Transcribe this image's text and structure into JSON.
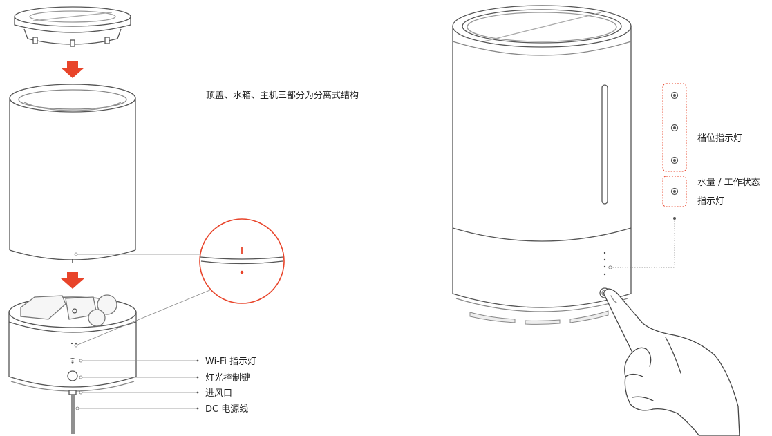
{
  "left_panel": {
    "structure_note": "顶盖、水箱、主机三部分为分离式结构",
    "callouts": {
      "wifi": "Wi-Fi 指示灯",
      "light_key": "灯光控制键",
      "air_inlet": "进风口",
      "dc_cable": "DC 电源线"
    }
  },
  "right_panel": {
    "gear_indicator": "档位指示灯",
    "water_status_line1": "水量 / 工作状态",
    "water_status_line2": "指示灯"
  },
  "colors": {
    "accent": "#e8442a",
    "line": "#555555",
    "dotted": "#9a9a9a"
  }
}
